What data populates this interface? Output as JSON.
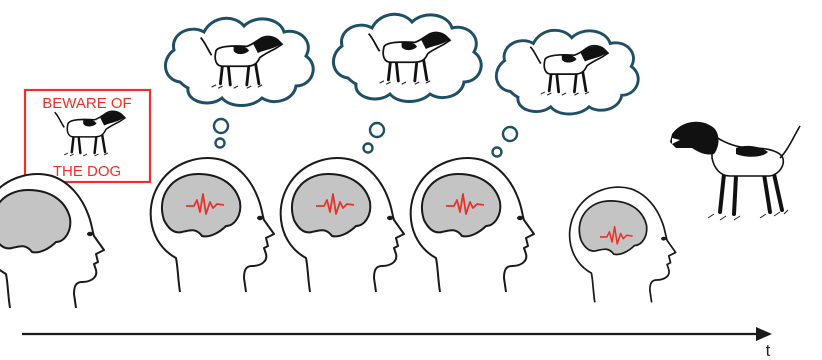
{
  "sign": {
    "line1": "BEWARE OF",
    "line2": "THE DOG",
    "color": "#e8322b"
  },
  "axis": {
    "label": "t"
  },
  "colors": {
    "brain": "#c4c4c4",
    "spike": "#e8322b",
    "cloud_outline": "#1f4f66",
    "outline": "#1a1a1a"
  },
  "icons": {
    "person": "head-profile-icon",
    "brain": "brain-icon",
    "dog": "dog-icon",
    "thought": "thought-cloud-icon"
  }
}
